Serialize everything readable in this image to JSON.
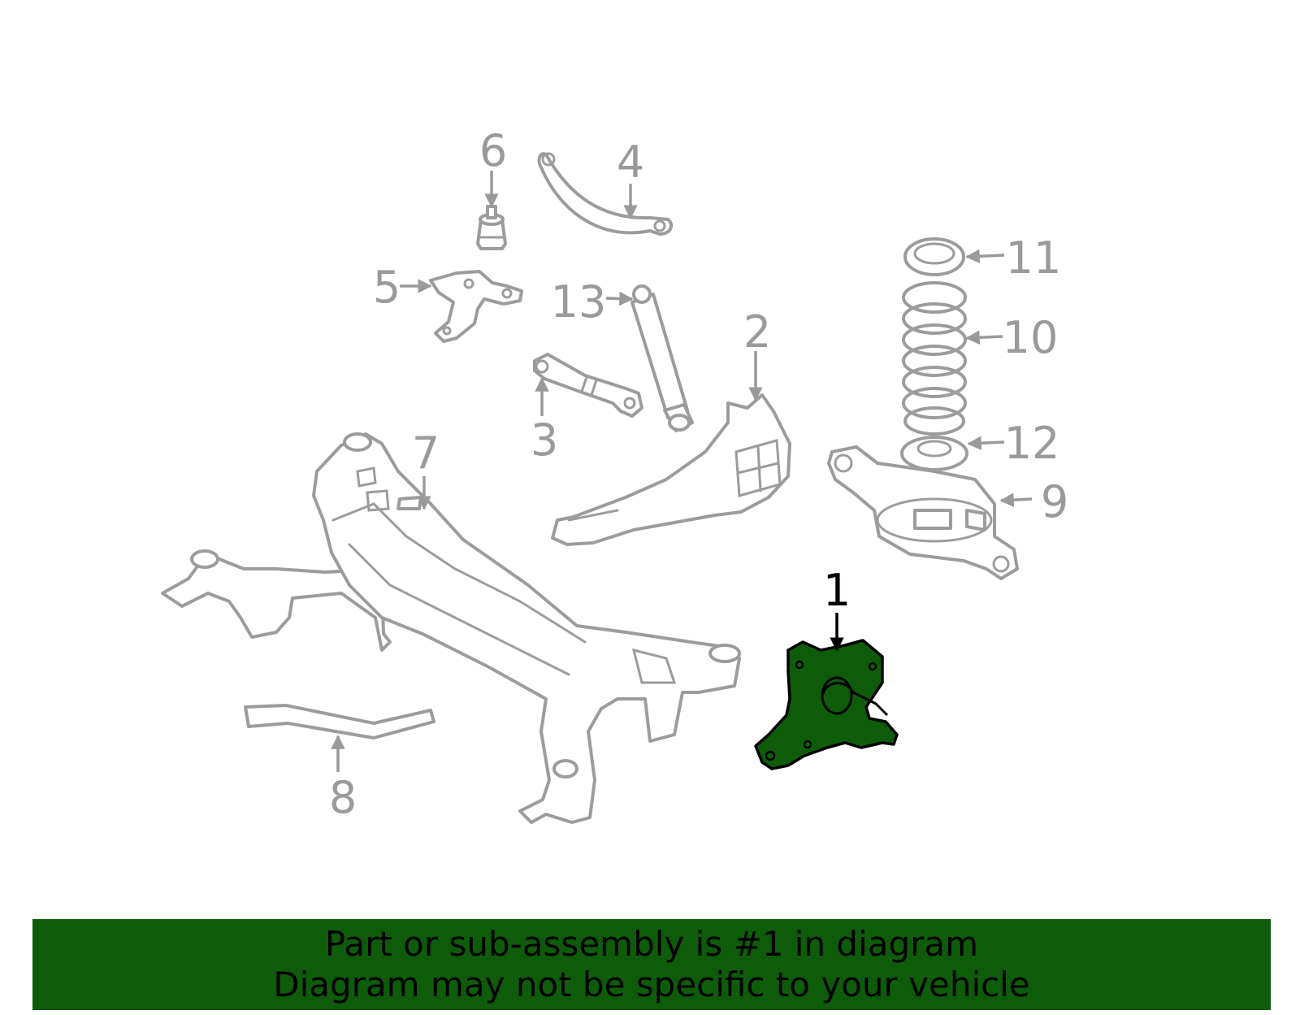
{
  "diagram": {
    "highlight_color": "#0e5c0a",
    "line_color": "#9c9c9c",
    "callouts": [
      {
        "id": "1",
        "label": "1",
        "highlighted": true
      },
      {
        "id": "2",
        "label": "2"
      },
      {
        "id": "3",
        "label": "3"
      },
      {
        "id": "4",
        "label": "4"
      },
      {
        "id": "5",
        "label": "5"
      },
      {
        "id": "6",
        "label": "6"
      },
      {
        "id": "7",
        "label": "7"
      },
      {
        "id": "8",
        "label": "8"
      },
      {
        "id": "9",
        "label": "9"
      },
      {
        "id": "10",
        "label": "10"
      },
      {
        "id": "11",
        "label": "11"
      },
      {
        "id": "12",
        "label": "12"
      },
      {
        "id": "13",
        "label": "13"
      }
    ]
  },
  "banner": {
    "background": "#0e5c0a",
    "line1": "Part or sub-assembly is #1 in diagram",
    "line2": "Diagram may not be specific to your vehicle"
  }
}
